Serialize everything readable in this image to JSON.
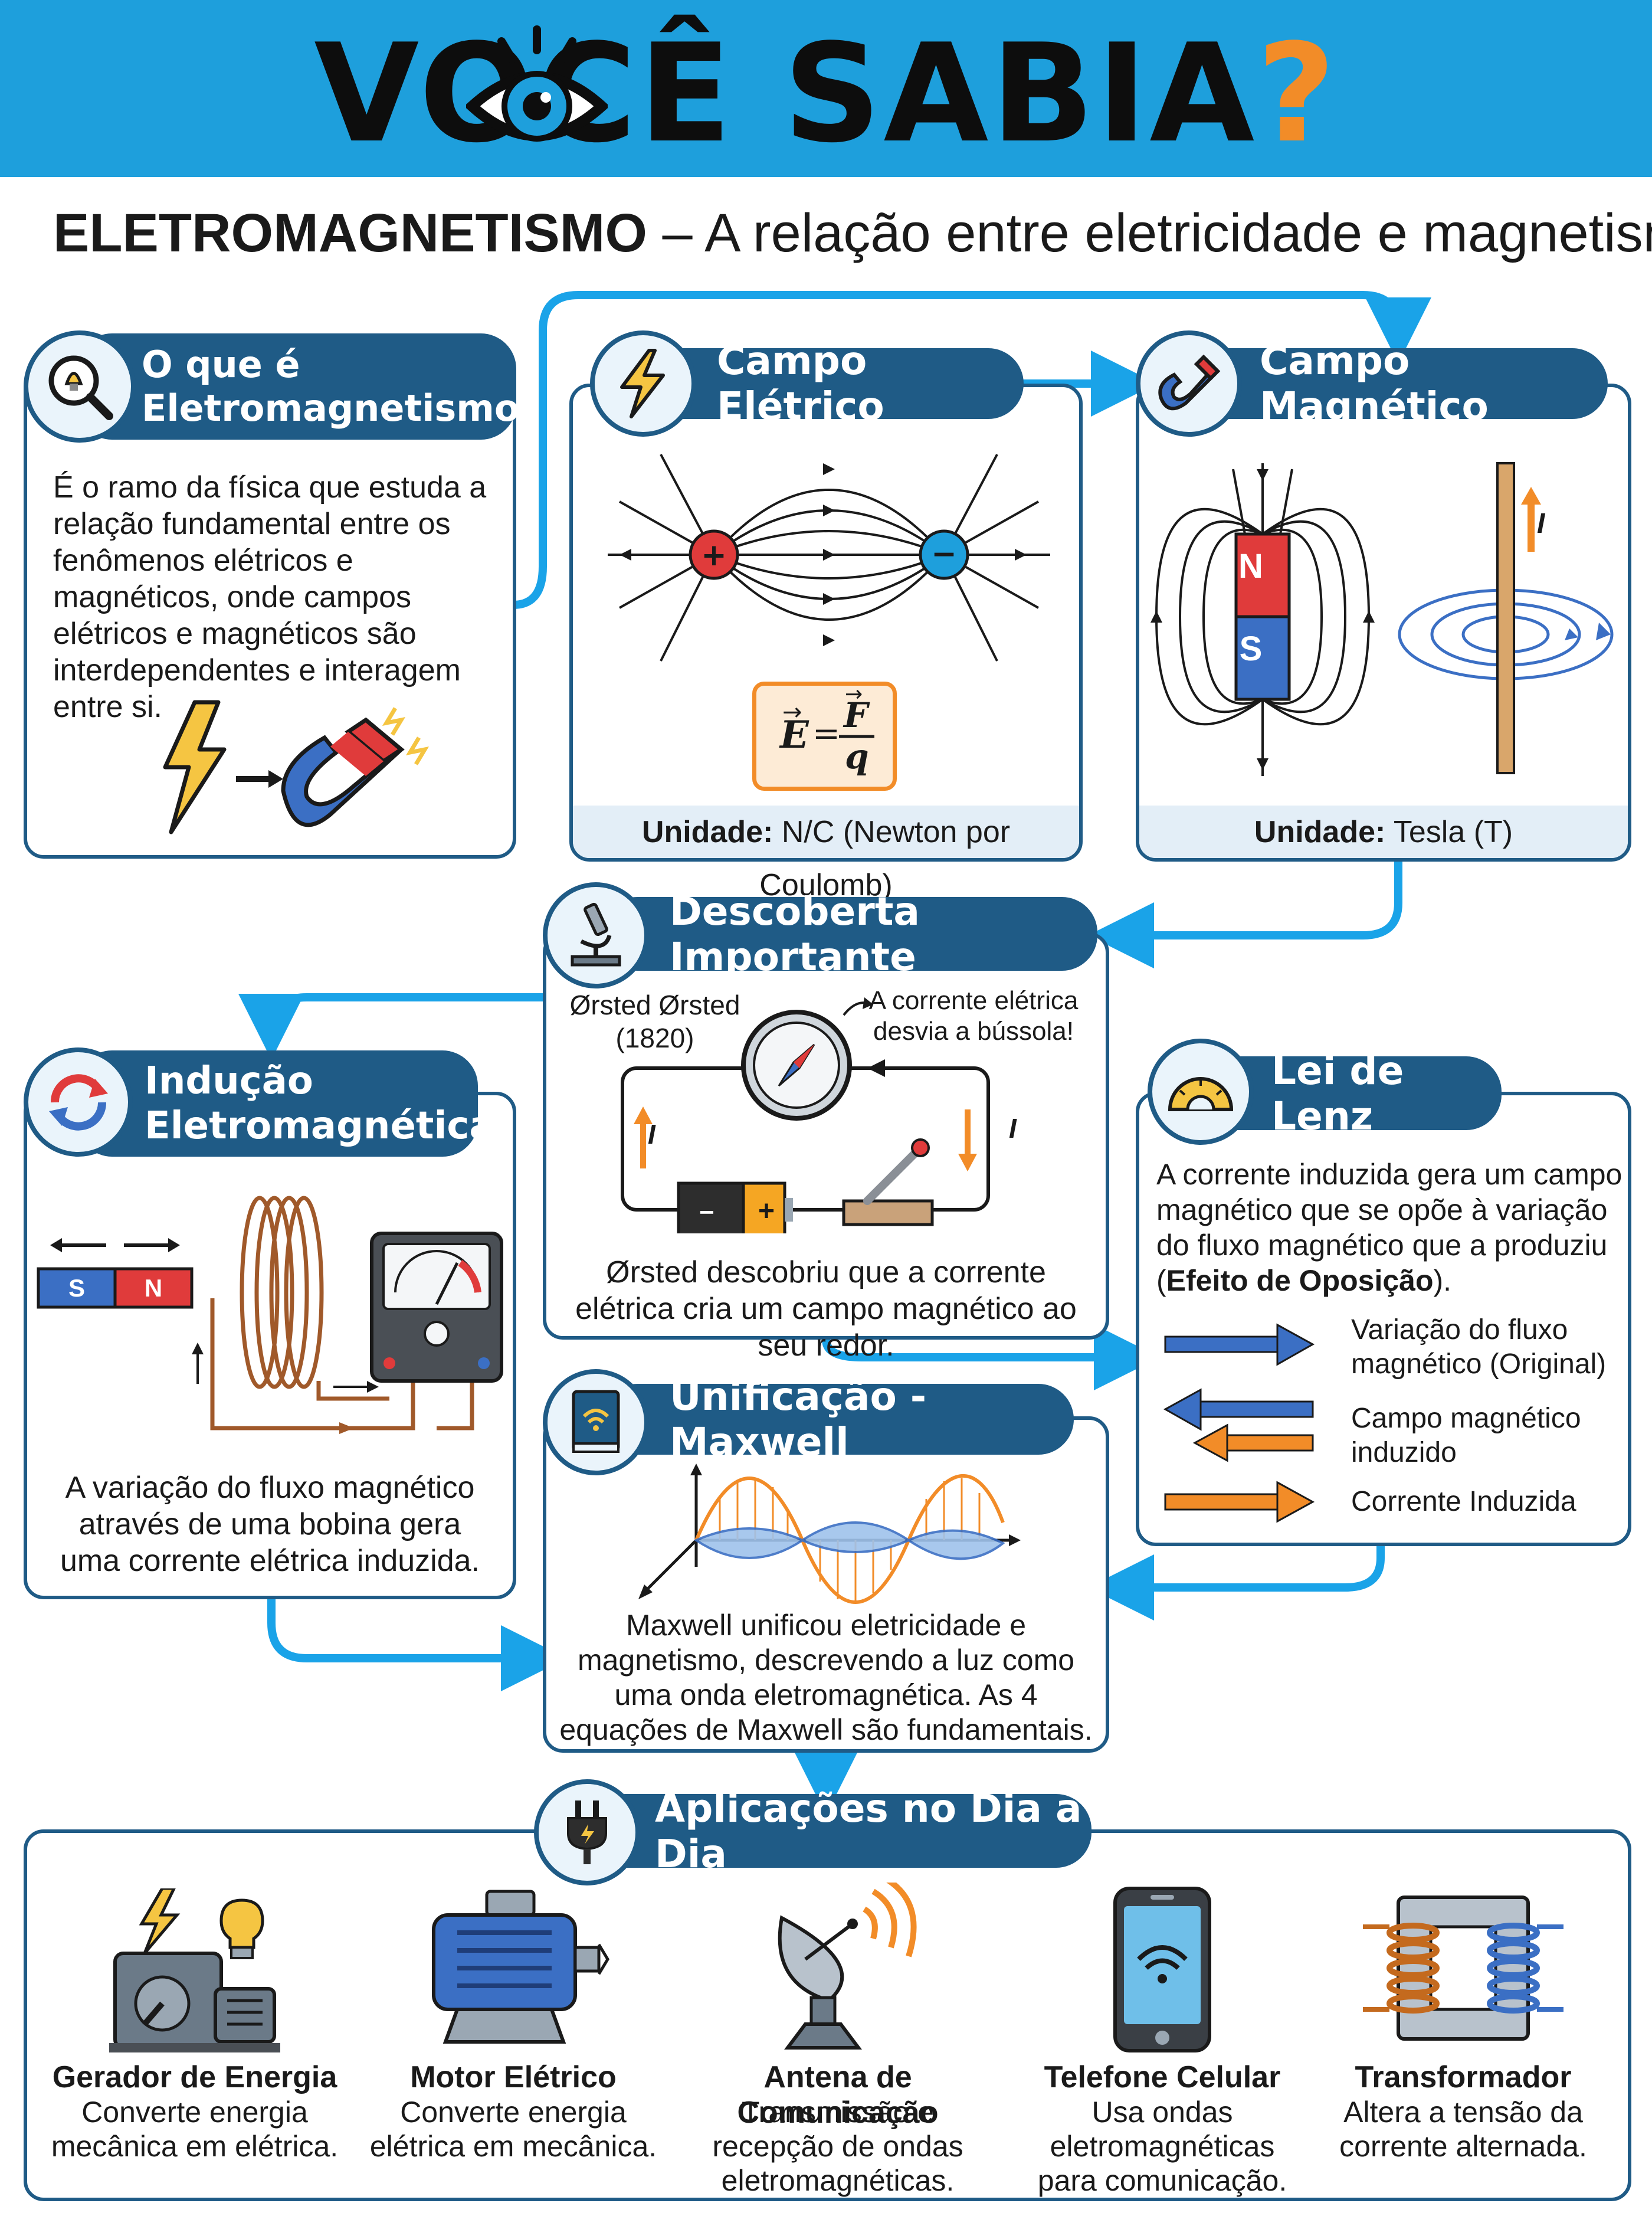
{
  "header": {
    "title_prefix": "VOCÊ SABIA",
    "title_mark": "?"
  },
  "subtitle": {
    "bold": "ELETROMAGNETISMO",
    "rest": " – A relação entre eletricidade e magnetismo"
  },
  "colors": {
    "header_bg": "#1e9fdc",
    "navy": "#1f5b86",
    "arrow": "#1aa3e8",
    "orange": "#f28c28",
    "red": "#e03b3b",
    "blue": "#3b6fc4"
  },
  "card_oque": {
    "title": "O que é Eletromagnetismo?",
    "icon": "lightbulb-magnifier-icon",
    "text": "É o ramo da física que estuda a relação fundamental entre os fenômenos elétricos e magnéticos, onde campos elétricos e magnéticos são interdependentes e interagem entre si."
  },
  "card_eletrico": {
    "title": "Campo Elétrico",
    "icon": "lightning-icon",
    "unit_label": "Unidade:",
    "unit_value": " N/C (Newton por Coulomb)"
  },
  "card_magnetico": {
    "title": "Campo Magnético",
    "icon": "magnet-icon",
    "unit_label": "Unidade:",
    "unit_value": " Tesla (T)",
    "pole_n": "N",
    "pole_s": "S",
    "current": "I"
  },
  "card_descoberta": {
    "title": "Descoberta Importante",
    "icon": "microscope-icon",
    "name": "Ørsted Ørsted",
    "year": "(1820)",
    "note_line1": "A corrente elétrica",
    "note_line2": "desvia a bússola!",
    "current_left": "I",
    "current_right": "I",
    "text": "Ørsted descobriu que a corrente elétrica cria um campo magnético ao seu redor."
  },
  "card_inducao": {
    "title_line1": "Indução",
    "title_line2": "Eletromagnética",
    "icon": "cycle-arrows-icon",
    "pole_s": "S",
    "pole_n": "N",
    "text": "A variação do fluxo magnético através de uma bobina gera uma corrente elétrica induzida."
  },
  "card_lenz": {
    "title": "Lei de Lenz",
    "icon": "protractor-icon",
    "text_main": "A corrente induzida gera um campo magnético que se opõe à variação do fluxo magnético que a produziu (",
    "text_bold": "Efeito de Oposição",
    "text_end": ").",
    "legend": [
      {
        "label": "Variação do fluxo magnético (Original)"
      },
      {
        "label": "Campo magnético induzido"
      },
      {
        "label": "Corrente Induzida"
      }
    ]
  },
  "card_maxwell": {
    "title": "Unificação - Maxwell",
    "icon": "book-wifi-icon",
    "text": "Maxwell unificou eletricidade e magnetismo, descrevendo a luz como uma onda eletromagnética. As 4 equações de Maxwell são fundamentais."
  },
  "aplicacoes": {
    "title": "Aplicações no Dia a Dia",
    "icon": "plug-icon",
    "items": [
      {
        "title": "Gerador de Energia",
        "desc": "Converte energia mecânica em elétrica.",
        "icon": "generator-icon"
      },
      {
        "title": "Motor Elétrico",
        "desc": "Converte energia elétrica em mecânica.",
        "icon": "motor-icon"
      },
      {
        "title": "Antena de Comunicação",
        "desc": "Transmissão e recepção de ondas eletromagnéticas.",
        "icon": "antenna-icon"
      },
      {
        "title": "Telefone Celular",
        "desc": "Usa ondas eletromagnéticas para comunicação.",
        "icon": "phone-icon"
      },
      {
        "title": "Transformador",
        "desc": "Altera a tensão da corrente alternada.",
        "icon": "transformer-icon"
      }
    ]
  }
}
